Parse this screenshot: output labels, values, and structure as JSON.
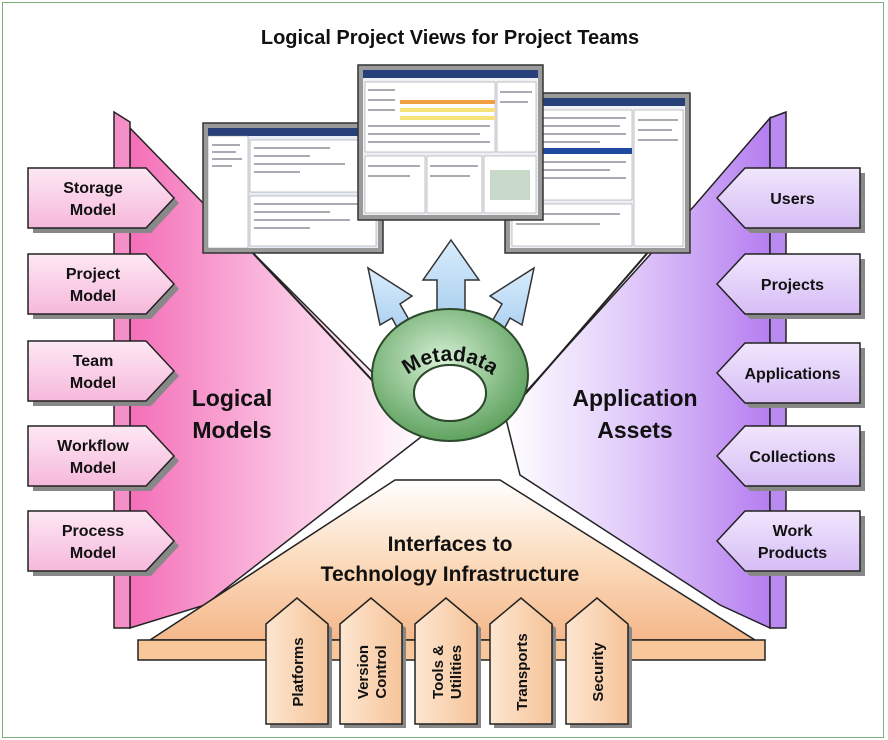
{
  "title": "Logical Project Views for Project Teams",
  "center": {
    "label": "Metadata"
  },
  "left": {
    "heading_line1": "Logical",
    "heading_line2": "Models",
    "items": [
      {
        "line1": "Storage",
        "line2": "Model"
      },
      {
        "line1": "Project",
        "line2": "Model"
      },
      {
        "line1": "Team",
        "line2": "Model"
      },
      {
        "line1": "Workflow",
        "line2": "Model"
      },
      {
        "line1": "Process",
        "line2": "Model"
      }
    ]
  },
  "right": {
    "heading_line1": "Application",
    "heading_line2": "Assets",
    "items": [
      {
        "line1": "Users",
        "line2": ""
      },
      {
        "line1": "Projects",
        "line2": ""
      },
      {
        "line1": "Applications",
        "line2": ""
      },
      {
        "line1": "Collections",
        "line2": ""
      },
      {
        "line1": "Work",
        "line2": "Products"
      }
    ]
  },
  "bottom": {
    "heading_line1": "Interfaces to",
    "heading_line2": "Technology Infrastructure",
    "items": [
      {
        "line1": "Platforms",
        "line2": ""
      },
      {
        "line1": "Version",
        "line2": "Control"
      },
      {
        "line1": "Tools &",
        "line2": "Utilities"
      },
      {
        "line1": "Transports",
        "line2": ""
      },
      {
        "line1": "Security",
        "line2": ""
      }
    ]
  },
  "colors": {
    "left_pink": "#f7a0d0",
    "right_purple": "#c9a2f2",
    "bottom_orange": "#f8c89a",
    "ring_green": "#7fbf7f",
    "arrow_blue": "#a9cff2"
  }
}
